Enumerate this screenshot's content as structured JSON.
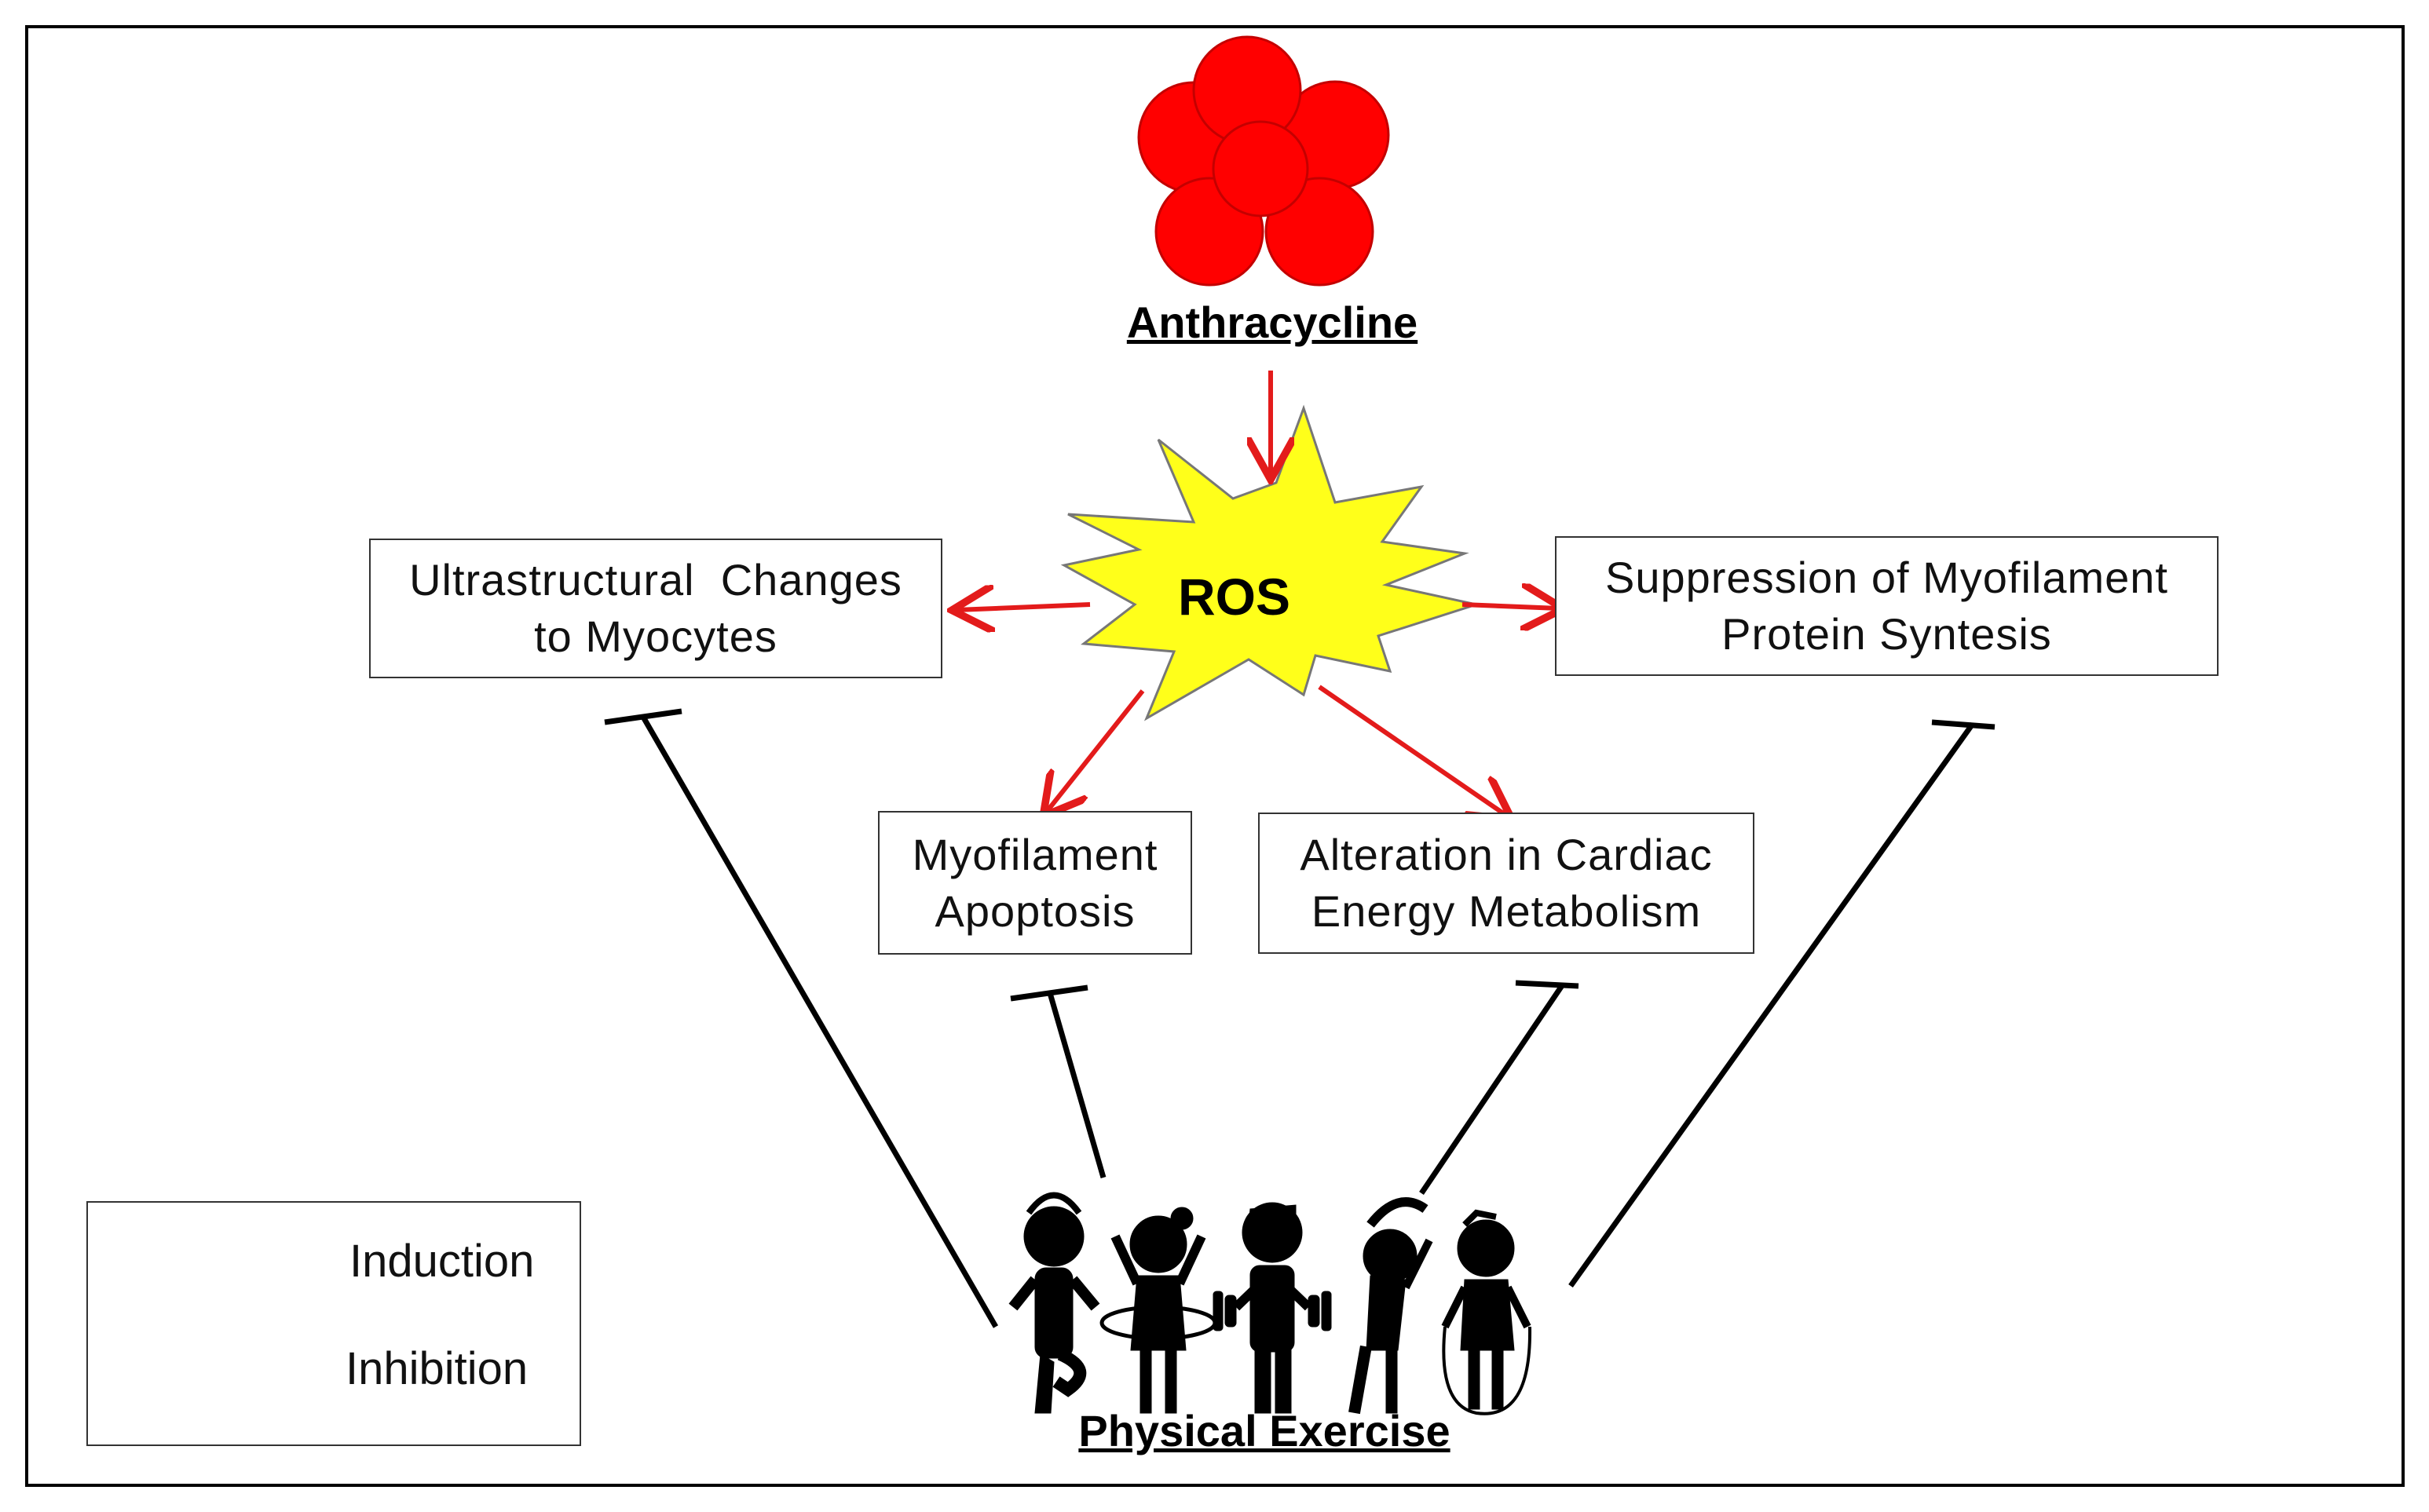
{
  "diagram": {
    "top_node": "Anthracycline",
    "center_node": "ROS",
    "bottom_node": "Physical Exercise",
    "boxes": {
      "ultrastructural": [
        "Ultrastructural  Changes",
        "to Myocytes"
      ],
      "suppression": [
        "Suppression of Myofilament",
        "Protein Syntesis"
      ],
      "apoptosis": [
        "Myofilament",
        "Apoptosis"
      ],
      "alteration": [
        "Alteration in Cardiac",
        "Energy Metabolism"
      ]
    },
    "colors": {
      "induction": "#e31b1b",
      "inhibition": "#000000",
      "anthracycline_molecule": "#ff0000",
      "ros_burst": "#ffff1a"
    }
  },
  "legend": {
    "induction": "Induction",
    "inhibition": "Inhibition"
  }
}
